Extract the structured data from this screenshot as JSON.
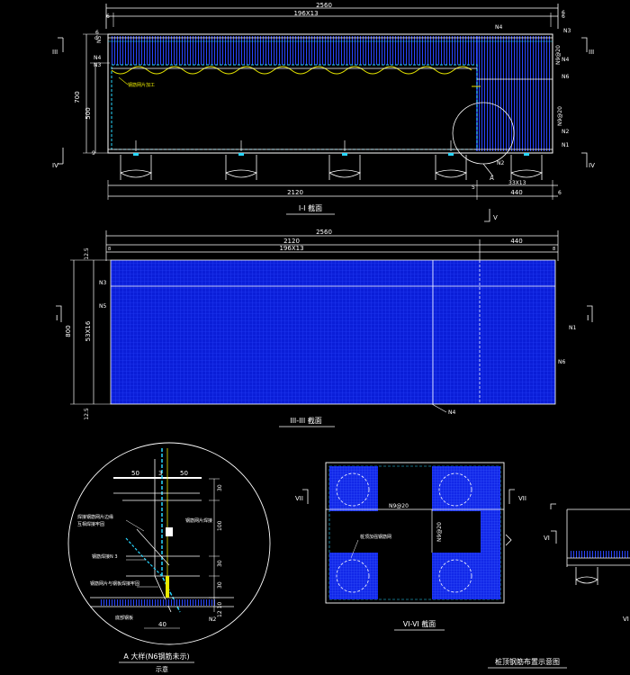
{
  "colors": {
    "background": "#000000",
    "line": "#ffffff",
    "rebar_mesh": "#0a1ed8",
    "rebar_dense": "#1e3cff",
    "dimension": "#ffffff",
    "label": "#ffffff",
    "cyan": "#29d7ff",
    "yellow": "#e8e800"
  },
  "section_1": {
    "title": "I-I 截面",
    "dim_total": "2560",
    "dim_spacing": "196X13",
    "dim_left_edge": "6",
    "dim_right_edge": "6",
    "dim_700": "700",
    "dim_500": "500",
    "dim_bottom_left": "2120",
    "dim_bottom_right": "440",
    "dim_bottom_small_left": "5",
    "dim_bottom_small_right": "6",
    "dim_33x13": "33X13",
    "label_n4": "N4",
    "label_n3": "N3",
    "label_n5": "N5",
    "label_n6": "N6",
    "label_n1": "N1",
    "label_n2": "N2",
    "label_n2b": "N2",
    "label_n9_20": "N9@20",
    "label_n9_20b": "N9@20",
    "label_n4b": "N4",
    "label_n3b": "N3",
    "label_d": "d",
    "label_9": "9",
    "label_6": "6",
    "label_6b": "6",
    "note_text": "钢筋网片加工",
    "cut_iii_left": "III",
    "cut_iii_right": "III",
    "cut_iv_left": "IV",
    "cut_iv_right": "IV",
    "cut_v": "V",
    "callout_a": "A"
  },
  "section_3": {
    "title": "III-III 截面",
    "dim_total": "2560",
    "dim_left": "2120",
    "dim_right": "440",
    "dim_spacing": "196X13",
    "dim_12_5_top": "12.5",
    "dim_12_5_bottom": "12.5",
    "dim_800": "800",
    "dim_53x16": "53X16",
    "label_n3": "N3",
    "label_n5": "N5",
    "label_n4": "N4",
    "label_n1": "N1",
    "label_n6": "N6",
    "label_8": "8",
    "label_8b": "8",
    "cut_i_left": "I",
    "cut_i_right": "I"
  },
  "detail_a": {
    "title": "A 大样(N6钢筋未示)",
    "subtitle": "示意",
    "dim_50_left": "50",
    "dim_50_right": "50",
    "dim_3": "3",
    "dim_30_a": "30",
    "dim_100": "100",
    "dim_30_b": "30",
    "dim_30_c": "30",
    "dim_12_10": "12 10",
    "dim_40": "40",
    "label_n2": "N2",
    "note_1": "焊接钢筋网片边缘",
    "note_2": "互相焊接牢固",
    "note_3": "钢筋网片焊接",
    "note_4": "钢筋焊接N 3",
    "note_5": "钢筋网片与钢板焊接牢固",
    "note_6": "底部钢板"
  },
  "section_6": {
    "title": "VI-VI 截面",
    "label_n9_20": "N9@20",
    "label_n9_20_v": "N9@20",
    "note": "桩顶加强钢筋网",
    "cut_vii_left": "VII",
    "cut_vii_right": "VII"
  },
  "section_7": {
    "cut_vi": "VI",
    "cut_vi_b": "VI"
  },
  "bottom_note": {
    "text": "桩顶钢筋布置示意图"
  }
}
